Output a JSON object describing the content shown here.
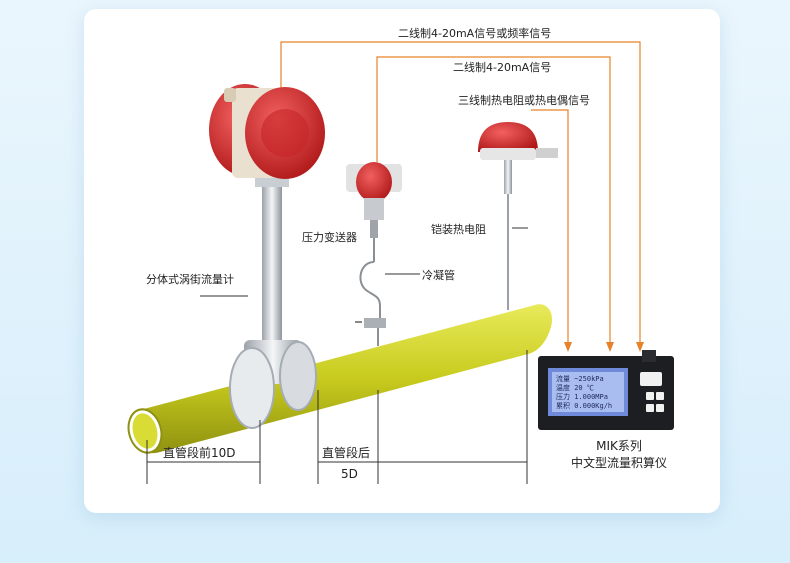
{
  "labels": {
    "signal_two_wire_freq": "二线制4-20mA信号或频率信号",
    "signal_two_wire": "二线制4-20mA信号",
    "signal_three_wire": "三线制热电阻或热电偶信号",
    "pressure_transmitter": "压力变送器",
    "armored_rtd": "铠装热电阻",
    "condenser_pipe": "冷凝管",
    "vortex_flowmeter": "分体式涡街流量计",
    "straight_before": "直管段前10D",
    "straight_after": "直管段后",
    "straight_after_value": "5D",
    "totalizer_line1": "MIK系列",
    "totalizer_line2": "中文型流量积算仪"
  },
  "screen": {
    "row1_label": "流量",
    "row1_value": "~250kPa",
    "row2_label": "温度",
    "row2_value": "20 ℃",
    "row3_label": "压力",
    "row3_value": "1.000MPa",
    "row4_label": "累积",
    "row4_value": "0.000Kg/h"
  },
  "colors": {
    "signal_line": "#e8822a",
    "pipe": "#c9cc1a",
    "flowmeter_head": "#d42a2a",
    "leader_line": "#333333"
  }
}
